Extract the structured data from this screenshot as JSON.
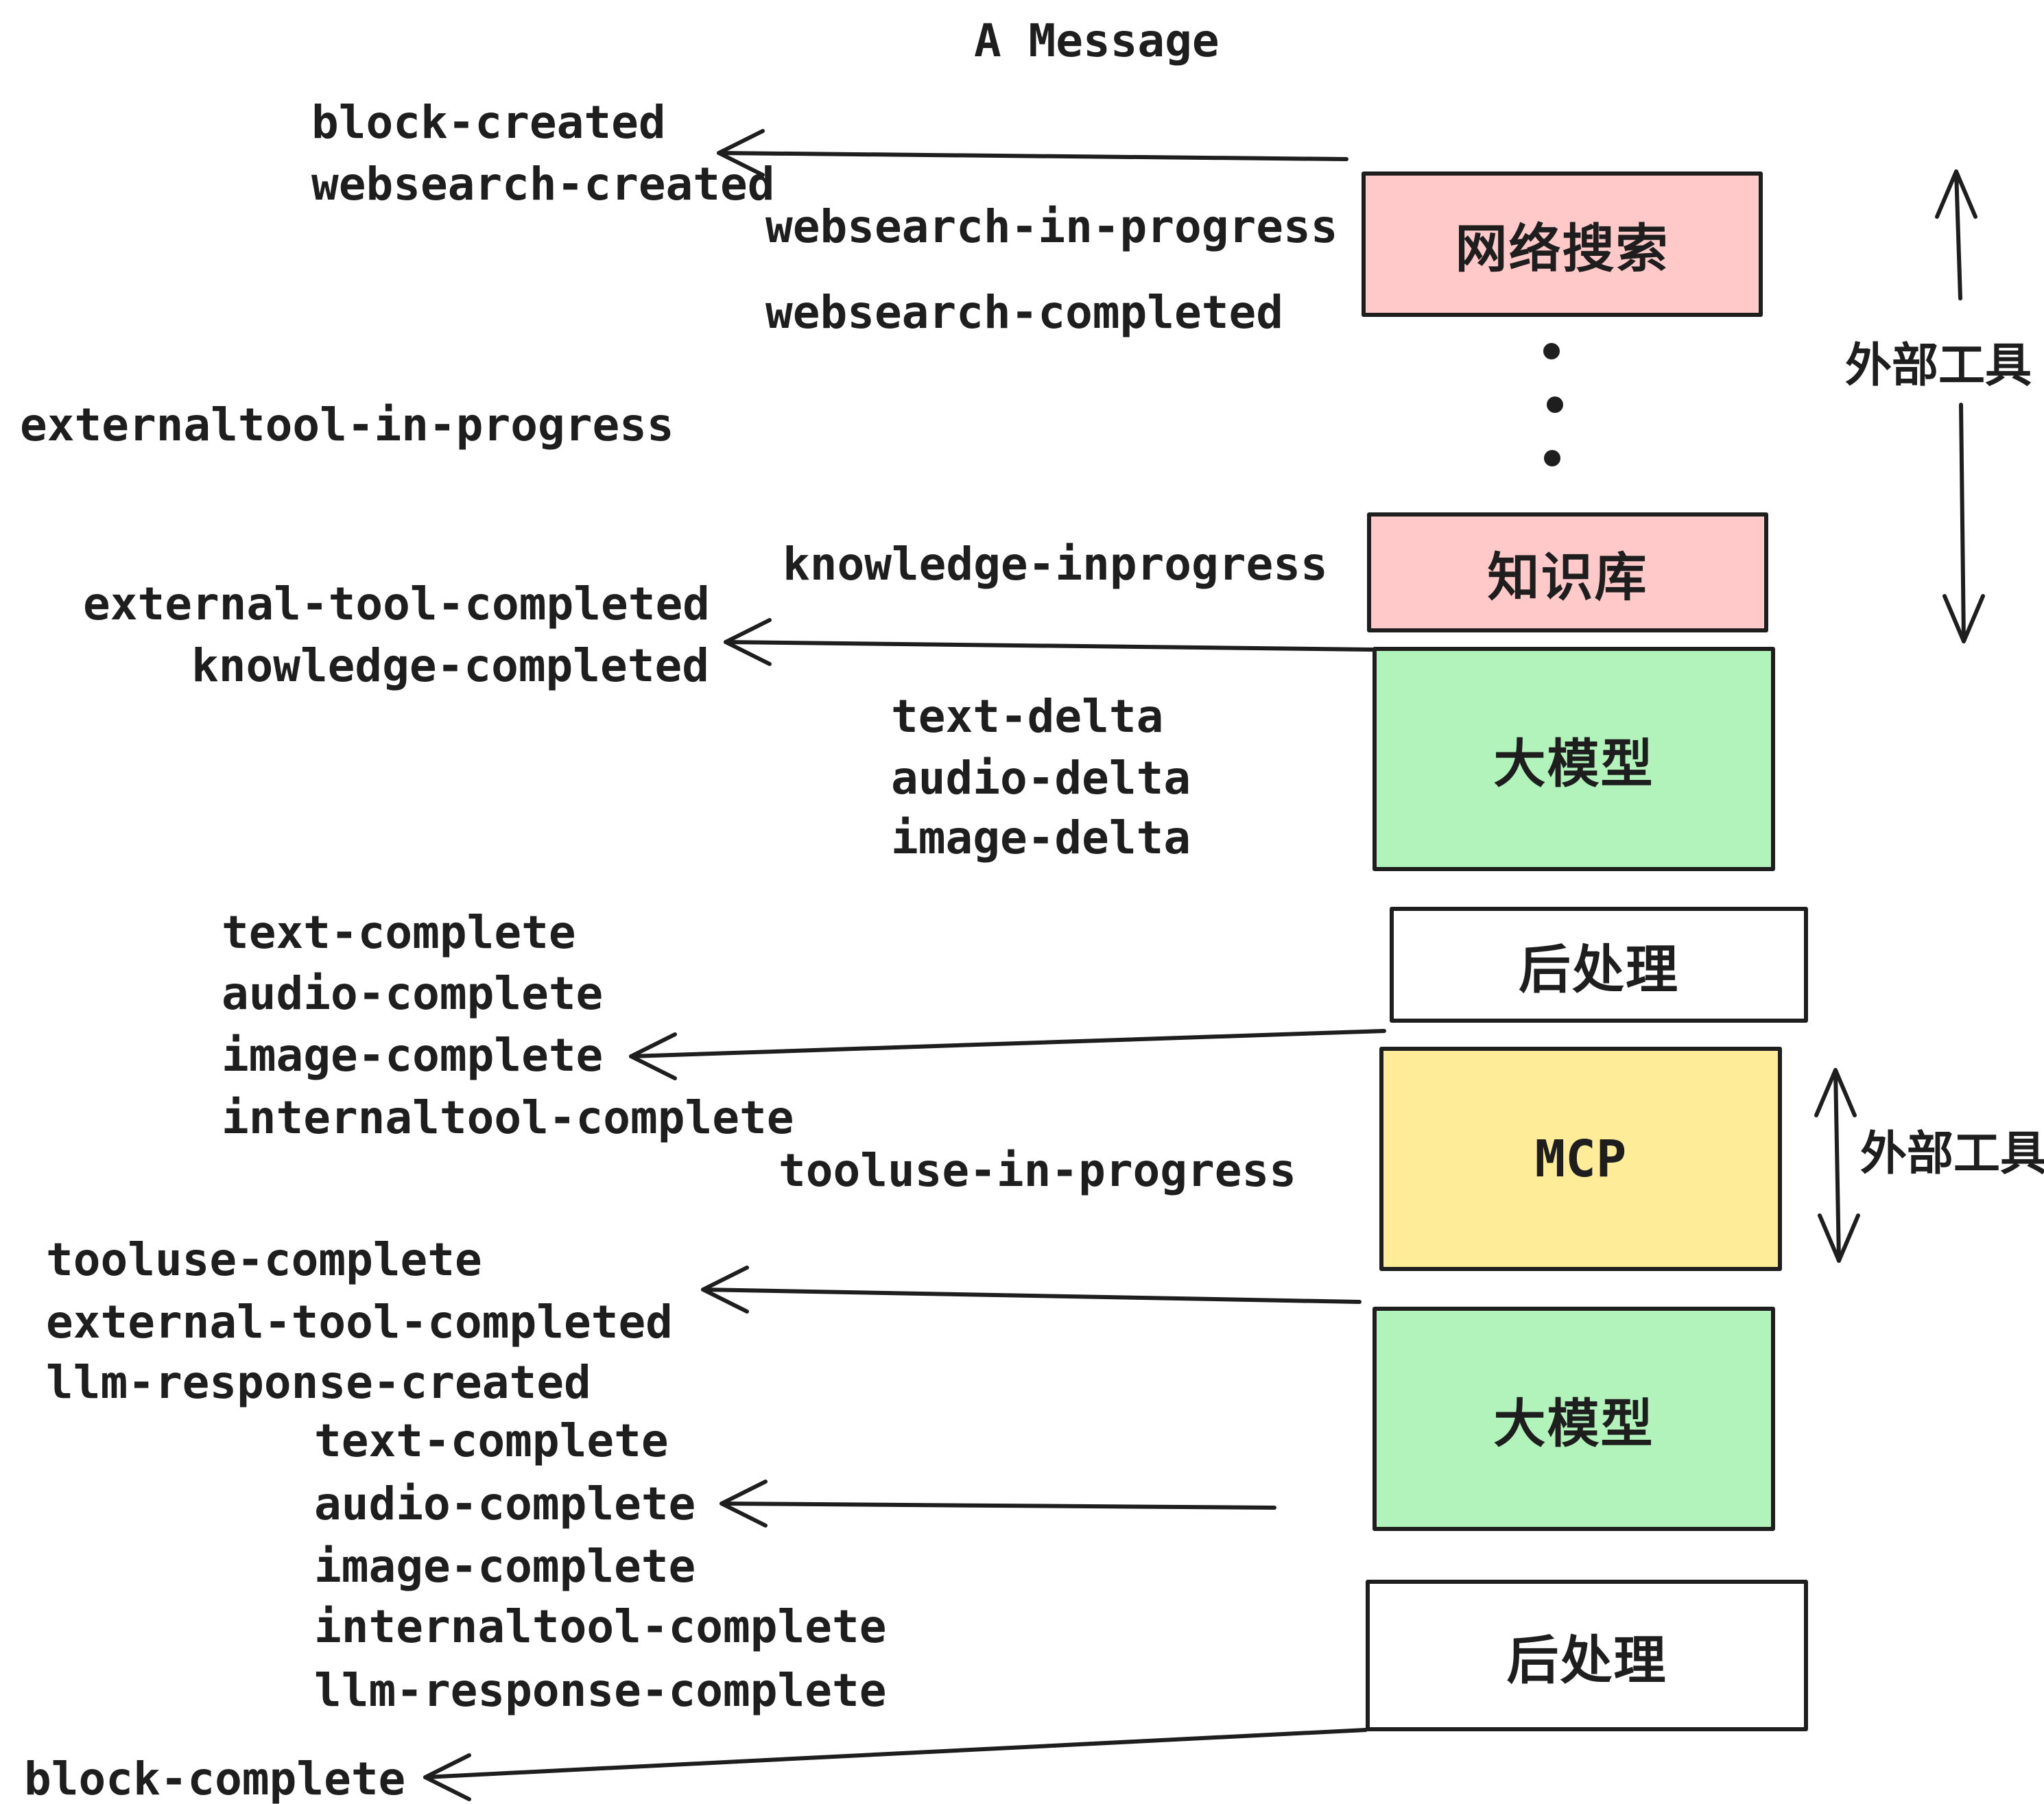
{
  "title": "A Message",
  "palette": {
    "stroke": "#1e1e1e",
    "pink": "#ffc9c9",
    "green": "#b2f2bb",
    "yellow": "#ffec99",
    "white": "#ffffff"
  },
  "boxes": [
    {
      "label": "网络搜索",
      "fill": "#ffc9c9"
    },
    {
      "label": "知识库",
      "fill": "#ffc9c9"
    },
    {
      "label": "大模型",
      "fill": "#b2f2bb"
    },
    {
      "label": "后处理",
      "fill": "#ffffff"
    },
    {
      "label": "MCP",
      "fill": "#ffec99"
    },
    {
      "label": "大模型",
      "fill": "#b2f2bb"
    },
    {
      "label": "后处理",
      "fill": "#ffffff"
    }
  ],
  "events": [
    "block-created",
    "websearch-created",
    "websearch-in-progress",
    "websearch-completed",
    "externaltool-in-progress",
    "knowledge-inprogress",
    "external-tool-completed",
    "knowledge-completed",
    "text-delta",
    "audio-delta",
    "image-delta",
    "text-complete",
    "audio-complete",
    "image-complete",
    "internaltool-complete",
    "tooluse-in-progress",
    "tooluse-complete",
    "external-tool-completed",
    "llm-response-created",
    "text-complete",
    "audio-complete",
    "image-complete",
    "internaltool-complete",
    "llm-response-complete",
    "block-complete"
  ],
  "side_labels": [
    "外部工具",
    "外部工具"
  ]
}
